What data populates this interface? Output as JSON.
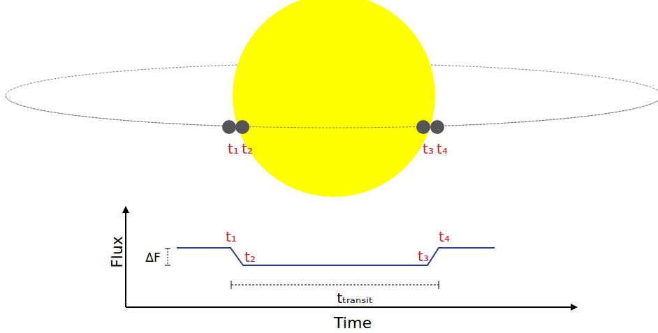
{
  "diagram": {
    "labels": [
      "t₁",
      "t₂",
      "t₃",
      "t₄",
      "t₁",
      "t₂",
      "t₃",
      "t₄",
      "ΔF",
      "tₜᵣₐₙₛᵢₜ",
      "Flux",
      "Time"
    ]
  }
}
